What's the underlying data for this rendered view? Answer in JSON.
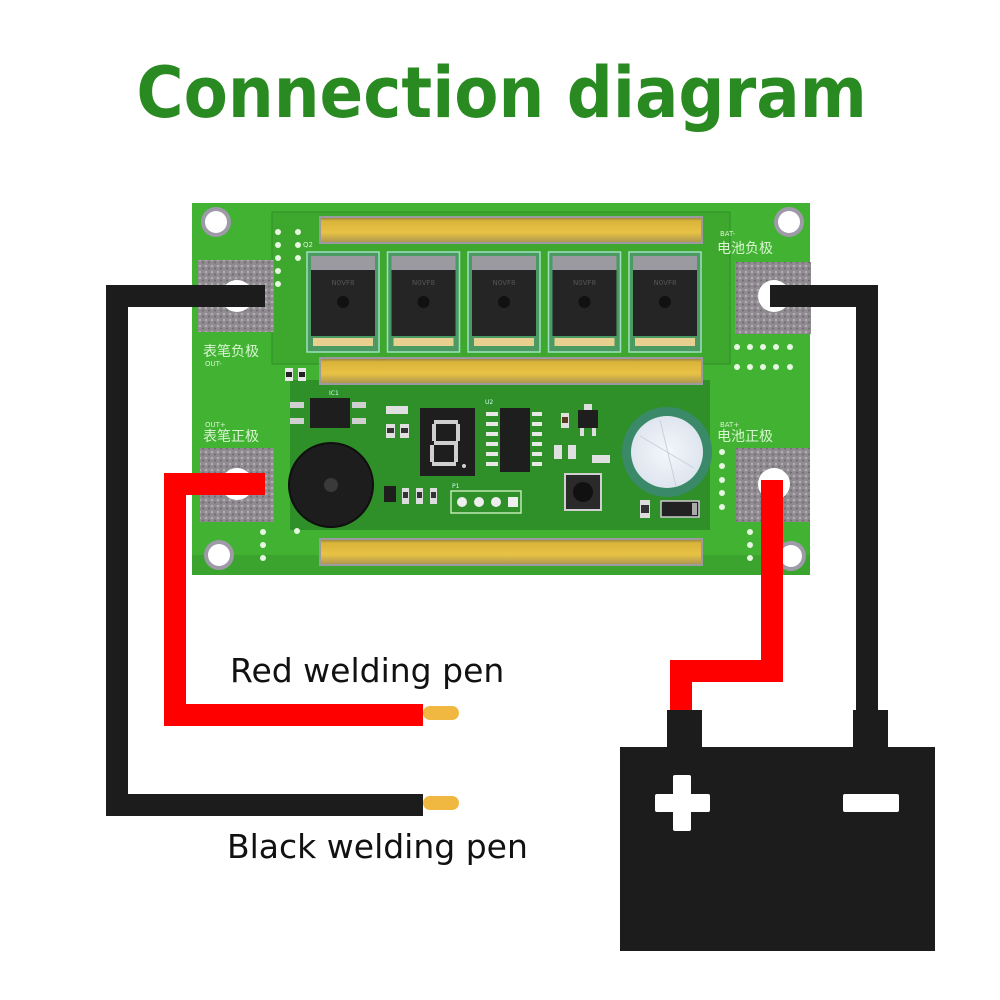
{
  "title": "Connection diagram",
  "colors": {
    "title_green": "#2a8a22",
    "pcb_green": "#3fae2f",
    "pcb_dark_green": "#2d8a28",
    "red_wire": "#ff0000",
    "black_wire": "#1c1c1c",
    "pen_tip": "#f0b840",
    "battery": "#1c1c1c"
  },
  "board": {
    "terminals": [
      {
        "id": "out-minus",
        "label_cn": "表笔负极",
        "label_en": "OUT-"
      },
      {
        "id": "out-plus",
        "label_cn": "表笔正极",
        "label_en": "OUT+"
      },
      {
        "id": "bat-minus",
        "label_cn": "电池负极",
        "label_en": "BAT-"
      },
      {
        "id": "bat-plus",
        "label_cn": "电池正极",
        "label_en": "BAT+"
      }
    ],
    "mosfet_count": 5,
    "mosfet_marking": "N0VF8",
    "components": {
      "display_digit": "8",
      "mosfet_ref": "Q2",
      "ic_ref": "U2",
      "header_ref": "P1",
      "optocoupler_ref": "IC1"
    }
  },
  "wires": {
    "red_pen_label": "Red welding pen",
    "black_pen_label": "Black welding pen"
  },
  "battery": {
    "plus_symbol": "+",
    "minus_symbol": "−"
  }
}
